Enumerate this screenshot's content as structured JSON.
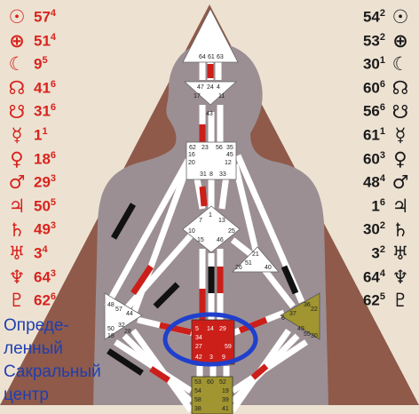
{
  "design_column": [
    {
      "symbol": "☉",
      "gate": "57",
      "line": "4"
    },
    {
      "symbol": "⊕",
      "gate": "51",
      "line": "4"
    },
    {
      "symbol": "☾",
      "gate": "9",
      "line": "5"
    },
    {
      "symbol": "☊",
      "gate": "41",
      "line": "6"
    },
    {
      "symbol": "☋",
      "gate": "31",
      "line": "6"
    },
    {
      "symbol": "☿",
      "gate": "1",
      "line": "1"
    },
    {
      "symbol": "♀",
      "gate": "18",
      "line": "6"
    },
    {
      "symbol": "♂",
      "gate": "29",
      "line": "3"
    },
    {
      "symbol": "♃",
      "gate": "50",
      "line": "5"
    },
    {
      "symbol": "♄",
      "gate": "49",
      "line": "3"
    },
    {
      "symbol": "♅",
      "gate": "3",
      "line": "4"
    },
    {
      "symbol": "♆",
      "gate": "64",
      "line": "3"
    },
    {
      "symbol": "♇",
      "gate": "62",
      "line": "6"
    }
  ],
  "personality_column": [
    {
      "symbol": "☉",
      "gate": "54",
      "line": "2"
    },
    {
      "symbol": "⊕",
      "gate": "53",
      "line": "2"
    },
    {
      "symbol": "☾",
      "gate": "30",
      "line": "1"
    },
    {
      "symbol": "☊",
      "gate": "60",
      "line": "6"
    },
    {
      "symbol": "☋",
      "gate": "56",
      "line": "6"
    },
    {
      "symbol": "☿",
      "gate": "61",
      "line": "1"
    },
    {
      "symbol": "♀",
      "gate": "60",
      "line": "3"
    },
    {
      "symbol": "♂",
      "gate": "48",
      "line": "4"
    },
    {
      "symbol": "♃",
      "gate": "1",
      "line": "6"
    },
    {
      "symbol": "♄",
      "gate": "30",
      "line": "2"
    },
    {
      "symbol": "♅",
      "gate": "3",
      "line": "2"
    },
    {
      "symbol": "♆",
      "gate": "64",
      "line": "4"
    },
    {
      "symbol": "♇",
      "gate": "62",
      "line": "5"
    }
  ],
  "caption": [
    "Опреде-",
    "ленный",
    "Сакральный",
    "центр"
  ],
  "gates": {
    "head": [
      "64",
      "61",
      "63"
    ],
    "ajna_top": [
      "47",
      "24",
      "4"
    ],
    "ajna_bottom": [
      "17",
      "43",
      "11"
    ],
    "throat": [
      "62",
      "23",
      "56",
      "16",
      "35",
      "20",
      "31",
      "8",
      "33",
      "12",
      "45"
    ],
    "g": [
      "1",
      "7",
      "13",
      "10",
      "15",
      "46",
      "25"
    ],
    "heart": [
      "21",
      "51",
      "26",
      "40"
    ],
    "spleen": [
      "48",
      "57",
      "44",
      "50",
      "32",
      "28",
      "18"
    ],
    "sacral": [
      "5",
      "14",
      "29",
      "34",
      "27",
      "59",
      "42",
      "3",
      "9"
    ],
    "solar": [
      "36",
      "22",
      "37",
      "6",
      "49",
      "55",
      "30"
    ],
    "root": [
      "53",
      "60",
      "52",
      "54",
      "19",
      "58",
      "39",
      "38",
      "41"
    ]
  },
  "colors": {
    "defined": "#cc1f1a",
    "spleen": "#a09530",
    "solar": "#a09530",
    "root": "#a09530",
    "caption": "#1f3fae",
    "highlight": "#1f3fcc"
  }
}
